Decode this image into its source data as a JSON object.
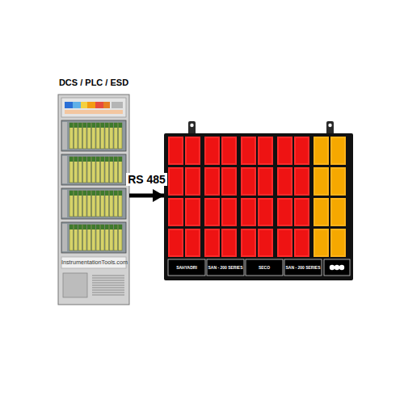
{
  "diagram": {
    "nodes": [
      {
        "text": [
          "DCS / PLC / ESD",
          "InstrumentationTools.com"
        ]
      },
      {
        "text": [
          "SAHYADRI",
          "SAN - 200 SERIES",
          "SECO",
          "SAN - 200 SERIES"
        ]
      }
    ],
    "edges": [
      {
        "from": 0,
        "to": 1,
        "arrow": "to",
        "label": "RS 485"
      }
    ]
  }
}
